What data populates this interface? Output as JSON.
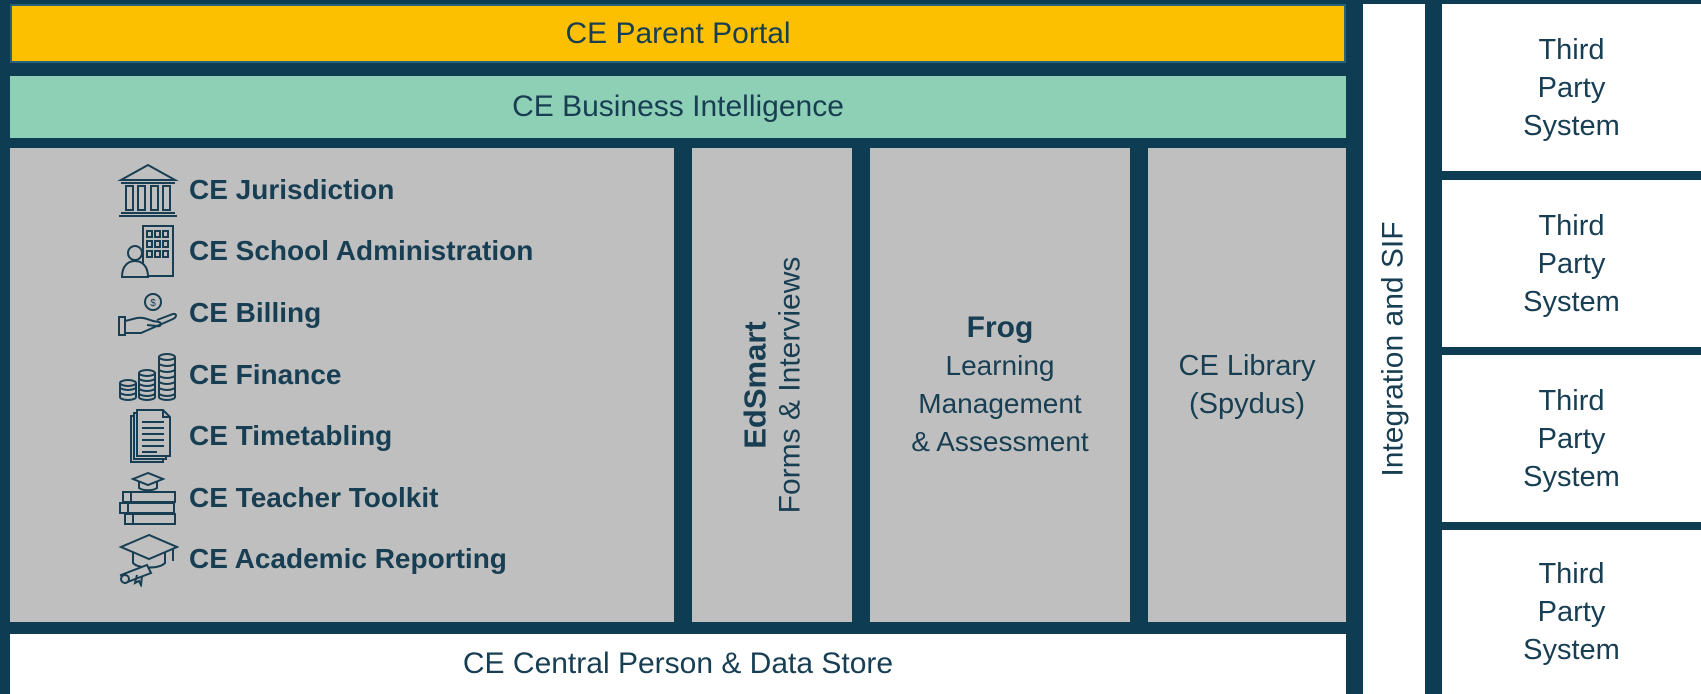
{
  "parent_portal": "CE Parent Portal",
  "business_intelligence": "CE Business Intelligence",
  "modules": [
    {
      "label": "CE Jurisdiction",
      "icon": "government-building-icon"
    },
    {
      "label": "CE School Administration",
      "icon": "school-admin-icon"
    },
    {
      "label": "CE Billing",
      "icon": "billing-hand-icon"
    },
    {
      "label": "CE Finance",
      "icon": "coin-stacks-icon"
    },
    {
      "label": "CE Timetabling",
      "icon": "documents-icon"
    },
    {
      "label": "CE Teacher Toolkit",
      "icon": "books-graduation-icon"
    },
    {
      "label": "CE Academic Reporting",
      "icon": "graduation-cap-diploma-icon"
    }
  ],
  "edsmart": {
    "title": "EdSmart",
    "subtitle": "Forms & Interviews"
  },
  "frog": {
    "title": "Frog",
    "line1": "Learning",
    "line2": "Management",
    "line3": "& Assessment"
  },
  "library": {
    "line1": "CE Library",
    "line2": "(Spydus)"
  },
  "central_store": "CE Central Person & Data Store",
  "integration": "Integration and SIF",
  "third_party": [
    {
      "line1": "Third",
      "line2": "Party",
      "line3": "System"
    },
    {
      "line1": "Third",
      "line2": "Party",
      "line3": "System"
    },
    {
      "line1": "Third",
      "line2": "Party",
      "line3": "System"
    },
    {
      "line1": "Third",
      "line2": "Party",
      "line3": "System"
    }
  ],
  "colors": {
    "background": "#0e3c52",
    "parent_portal": "#fdc001",
    "business_intelligence": "#8ed0b6",
    "module_panels": "#bfbfbf",
    "text": "#173e52"
  }
}
